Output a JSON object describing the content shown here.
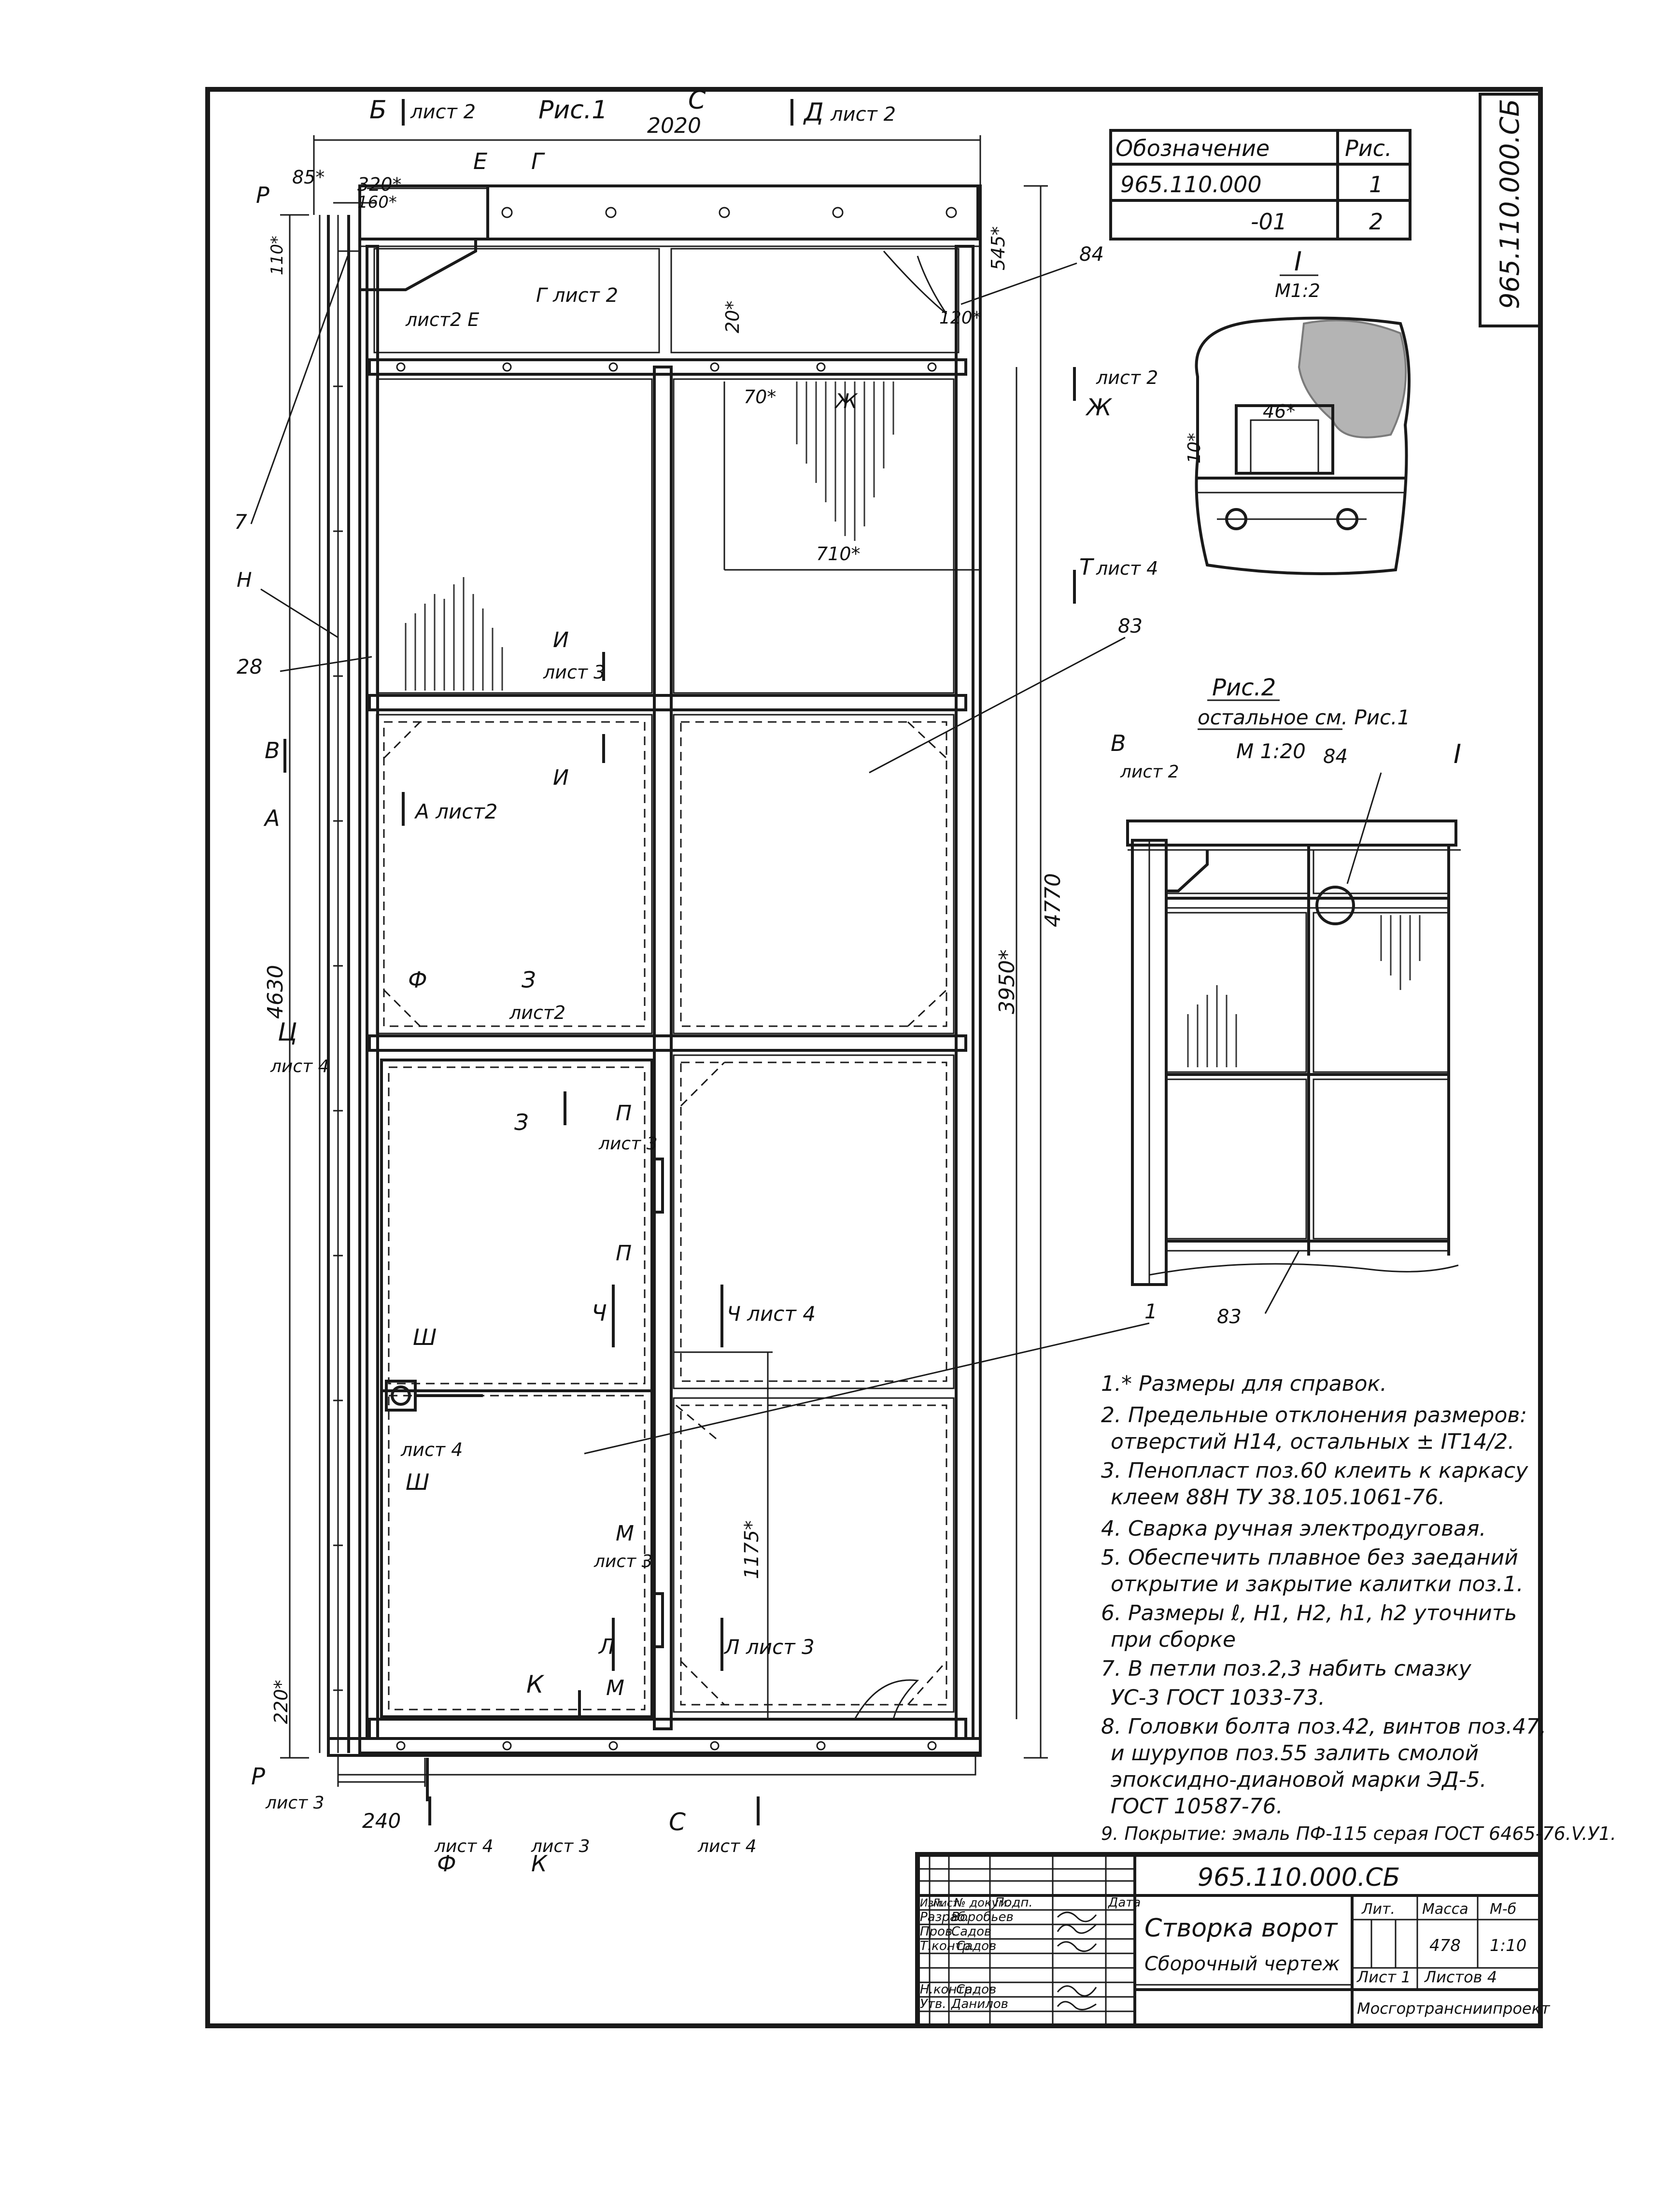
{
  "doc_number": "965.110.000.СБ",
  "doc_number_vertical": "965.110.000.СБ",
  "spec_table": {
    "headers": [
      "Обозначение",
      "Рис."
    ],
    "rows": [
      {
        "designation": "965.110.000",
        "fig": "1"
      },
      {
        "designation": "-01",
        "fig": "2"
      }
    ]
  },
  "fig1": {
    "title": "Рис.1",
    "dims": {
      "width_total": "2020",
      "d85": "85*",
      "d320": "320*",
      "d160": "160*",
      "d20": "20*",
      "d120": "120*",
      "d545": "545*",
      "d70": "70*",
      "d710": "710*",
      "d4770": "4770",
      "d3950": "3950*",
      "d4630": "4630",
      "d1175": "1175*",
      "d220": "220*",
      "d240": "240",
      "d110": "110*"
    },
    "sections": {
      "B_top": "Б",
      "B_top_sheet": "лист 2",
      "C_top": "С",
      "D_top": "Д",
      "D_top_sheet": "лист 2",
      "E": "Е",
      "G": "Г",
      "P_top": "Р",
      "sheet2_E": "лист2 Е",
      "G_sheet2": "Г лист 2",
      "ZH": "Ж",
      "ZH_sheet": "лист 2",
      "ZH_label": "Ж",
      "T": "Т",
      "T_sheet": "лист 4",
      "I": "И",
      "I_sheet": "лист 3",
      "I2": "И",
      "V": "В",
      "A": "А",
      "A_sheet": "А лист2",
      "F": "Ф",
      "Z": "З",
      "Z_sheet": "лист2",
      "Z2": "З",
      "TS": "Ц",
      "TS_sheet": "лист 4",
      "P1": "П",
      "P1_sheet": "лист 3",
      "P2": "П",
      "CH": "Ч",
      "CH_sheet": "Ч лист 4",
      "SH": "Ш",
      "SH_sheet": "лист 4",
      "SH2": "Ш",
      "M": "М",
      "M_sheet": "лист 3",
      "M2": "М",
      "L": "Л",
      "L_sheet": "Л лист 3",
      "K": "К",
      "R_bottom": "Р",
      "R_bottom_sheet": "лист 3",
      "F_bottom": "Ф",
      "F_bottom_sheet": "лист 4",
      "K_bottom": "К",
      "K_bottom_sheet": "лист 3",
      "C_bottom": "С",
      "C_bottom_sheet": "лист 4"
    },
    "positions": {
      "p7": "7",
      "pH": "Н",
      "p28": "28",
      "p84": "84",
      "p83": "83",
      "p1": "1"
    }
  },
  "detail_I": {
    "label": "I",
    "scale": "М1:2",
    "dim46": "46*",
    "dim10": "10*"
  },
  "fig2": {
    "title": "Рис.2",
    "subtitle": "остальное см. Рис.1",
    "scale": "М 1:20",
    "V": "В",
    "V_sheet": "лист 2",
    "p84": "84",
    "pI": "I",
    "p83": "83"
  },
  "notes": [
    "1.* Размеры для справок.",
    "2. Предельные отклонения размеров:",
    "отверстий Н14, остальных ± IT14/2.",
    "3. Пенопласт поз.60 клеить к каркасу",
    "клеем 88Н ТУ 38.105.1061-76.",
    "4. Сварка ручная электродуговая.",
    "5. Обеспечить плавное без заеданий",
    "открытие и закрытие калитки поз.1.",
    "6. Размеры ℓ, Н1, Н2, h1, h2 уточнить",
    "при сборке",
    "7. В петли поз.2,3 набить смазку",
    "УС-3 ГОСТ 1033-73.",
    "8. Головки болта поз.42, винтов поз.47,",
    "и шурупов поз.55 залить смолой",
    "эпоксидно-диановой марки ЭД-5.",
    "ГОСТ 10587-76.",
    "9. Покрытие: эмаль ПФ-115 серая ГОСТ 6465-76.V.У1."
  ],
  "title_block": {
    "doc_number": "965.110.000.СБ",
    "name": "Створка ворот",
    "doc_type": "Сборочный чертеж",
    "lit_label": "Лит.",
    "mass_label": "Масса",
    "scale_label": "М-б",
    "mass": "478",
    "scale": "1:10",
    "sheet": "Лист 1",
    "sheets": "Листов 4",
    "org": "Мосгортрансниипроект",
    "col_headers": [
      "Изм.",
      "Лист",
      "№ докум.",
      "Подп.",
      "Дата"
    ],
    "roles": [
      {
        "role": "Разраб.",
        "name": "Воробьев"
      },
      {
        "role": "Пров.",
        "name": "Садов"
      },
      {
        "role": "Т.контр.",
        "name": "Садов"
      },
      {
        "role": "Н.контр.",
        "name": "Садов"
      },
      {
        "role": "Утв.",
        "name": "Данилов"
      }
    ]
  }
}
